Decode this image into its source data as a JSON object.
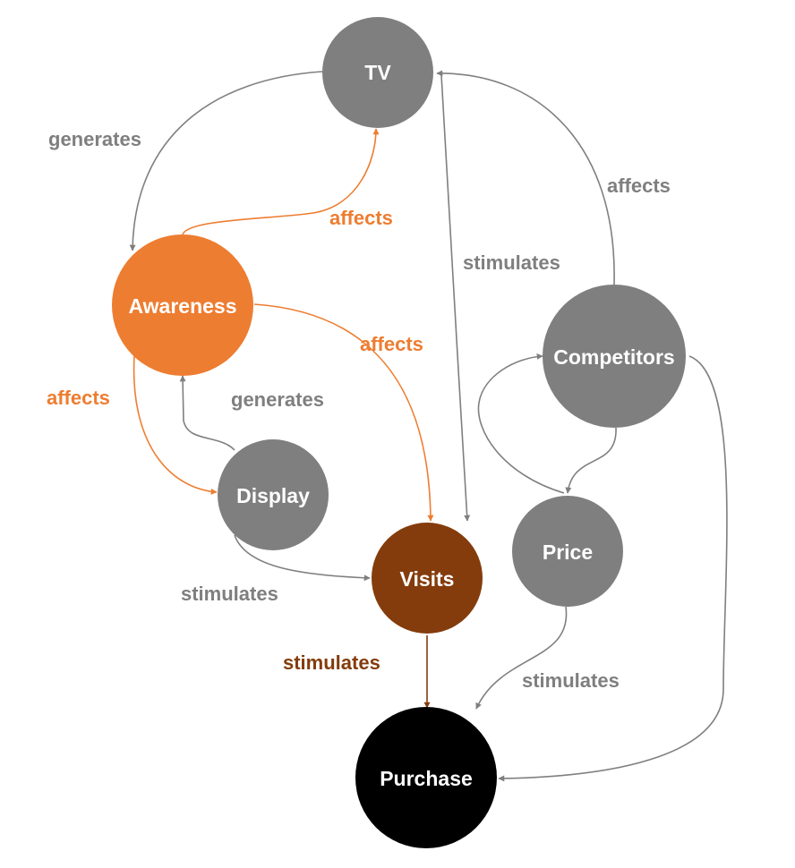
{
  "colors": {
    "gray": "#7f7f7f",
    "orange": "#ed7d31",
    "brown": "#843c0c",
    "black": "#000000",
    "white": "#ffffff"
  },
  "nodes": {
    "tv": {
      "label": "TV",
      "color": "#7f7f7f"
    },
    "awareness": {
      "label": "Awareness",
      "color": "#ed7d31"
    },
    "display": {
      "label": "Display",
      "color": "#7f7f7f"
    },
    "visits": {
      "label": "Visits",
      "color": "#843c0c"
    },
    "competitors": {
      "label": "Competitors",
      "color": "#7f7f7f"
    },
    "price": {
      "label": "Price",
      "color": "#7f7f7f"
    },
    "purchase": {
      "label": "Purchase",
      "color": "#000000"
    }
  },
  "edges": [
    {
      "id": "tv-awareness",
      "from": "TV",
      "to": "Awareness",
      "label": "generates",
      "color": "#7f7f7f"
    },
    {
      "id": "awareness-tv",
      "from": "Awareness",
      "to": "TV",
      "label": "affects",
      "color": "#ed7d31"
    },
    {
      "id": "competitors-tv",
      "from": "Competitors",
      "to": "TV",
      "label": "affects",
      "color": "#7f7f7f"
    },
    {
      "id": "tv-visits",
      "from": "TV",
      "to": "Visits",
      "label": "stimulates",
      "color": "#7f7f7f"
    },
    {
      "id": "awareness-visits",
      "from": "Awareness",
      "to": "Visits",
      "label": "affects",
      "color": "#ed7d31"
    },
    {
      "id": "awareness-display",
      "from": "Awareness",
      "to": "Display",
      "label": "affects",
      "color": "#ed7d31"
    },
    {
      "id": "display-awareness",
      "from": "Display",
      "to": "Awareness",
      "label": "generates",
      "color": "#7f7f7f"
    },
    {
      "id": "display-visits",
      "from": "Display",
      "to": "Visits",
      "label": "stimulates",
      "color": "#7f7f7f"
    },
    {
      "id": "visits-purchase",
      "from": "Visits",
      "to": "Purchase",
      "label": "stimulates",
      "color": "#843c0c"
    },
    {
      "id": "price-purchase",
      "from": "Price",
      "to": "Purchase",
      "label": "stimulates",
      "color": "#7f7f7f"
    },
    {
      "id": "competitors-price",
      "from": "Competitors",
      "to": "Price",
      "label": "",
      "color": "#7f7f7f"
    },
    {
      "id": "price-competitors",
      "from": "Price",
      "to": "Competitors",
      "label": "",
      "color": "#7f7f7f"
    },
    {
      "id": "competitors-purchase",
      "from": "Competitors",
      "to": "Purchase",
      "label": "",
      "color": "#7f7f7f"
    }
  ]
}
